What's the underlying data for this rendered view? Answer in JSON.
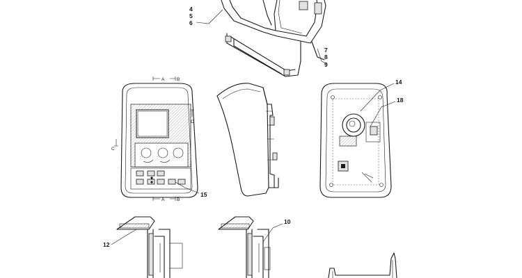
{
  "callouts": {
    "c4": "4",
    "c5": "5",
    "c6": "6",
    "c7": "7",
    "c8": "8",
    "c9": "9",
    "c14": "14",
    "c18": "18",
    "c15": "15",
    "c10": "10",
    "c12": "12"
  },
  "section_marks": {
    "a": "A",
    "b": "B",
    "c": "C"
  },
  "colors": {
    "line": "#1a1a1a",
    "hatch": "#e2e2e2"
  }
}
